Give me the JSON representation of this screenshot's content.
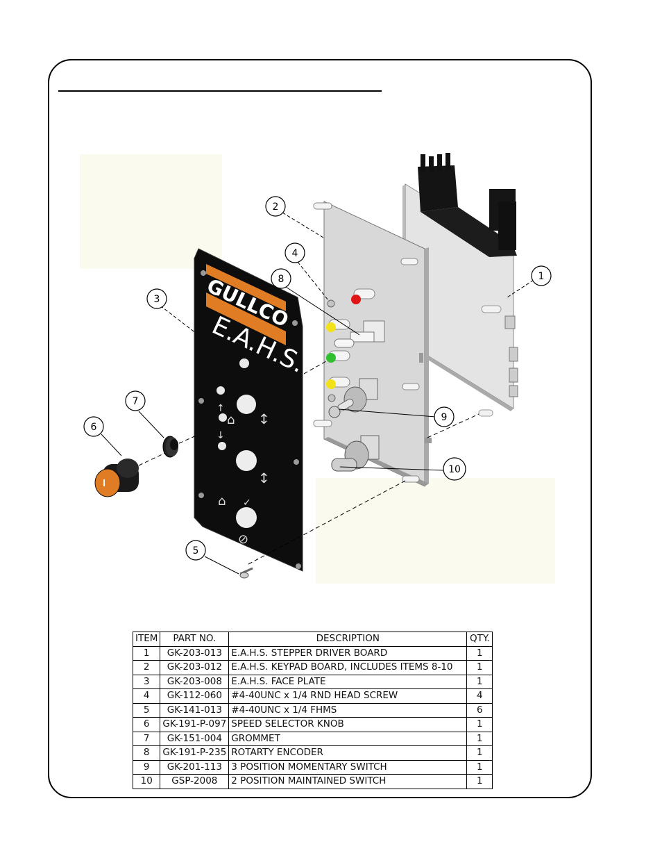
{
  "faceplate": {
    "brand": "GULLCO",
    "model": "E.A.H.S."
  },
  "callouts": [
    "1",
    "2",
    "3",
    "4",
    "5",
    "6",
    "7",
    "8",
    "9",
    "10"
  ],
  "parts_table": {
    "headers": [
      "ITEM",
      "PART NO.",
      "DESCRIPTION",
      "QTY."
    ],
    "rows": [
      {
        "item": "1",
        "part": "GK-203-013",
        "desc": "E.A.H.S. STEPPER DRIVER BOARD",
        "qty": "1"
      },
      {
        "item": "2",
        "part": "GK-203-012",
        "desc": "E.A.H.S. KEYPAD BOARD, INCLUDES ITEMS 8-10",
        "qty": "1"
      },
      {
        "item": "3",
        "part": "GK-203-008",
        "desc": "E.A.H.S. FACE PLATE",
        "qty": "1"
      },
      {
        "item": "4",
        "part": "GK-112-060",
        "desc": "#4-40UNC x 1/4 RND HEAD SCREW",
        "qty": "4"
      },
      {
        "item": "5",
        "part": "GK-141-013",
        "desc": "#4-40UNC x 1/4 FHMS",
        "qty": "6"
      },
      {
        "item": "6",
        "part": "GK-191-P-097",
        "desc": "SPEED SELECTOR KNOB",
        "qty": "1"
      },
      {
        "item": "7",
        "part": "GK-151-004",
        "desc": "GROMMET",
        "qty": "1"
      },
      {
        "item": "8",
        "part": "GK-191-P-235",
        "desc": "ROTARTY ENCODER",
        "qty": "1"
      },
      {
        "item": "9",
        "part": "GK-201-113",
        "desc": "3 POSITION MOMENTARY SWITCH",
        "qty": "1"
      },
      {
        "item": "10",
        "part": "GSP-2008",
        "desc": "2 POSITION MAINTAINED SWITCH",
        "qty": "1"
      }
    ]
  },
  "colors": {
    "brand_orange": "#e07c24",
    "faceplate": "#0d0d0d",
    "board": "#d6d6d6",
    "led_red": "#e01515",
    "led_yellow": "#f2e21a",
    "led_green": "#2fbf2f"
  }
}
